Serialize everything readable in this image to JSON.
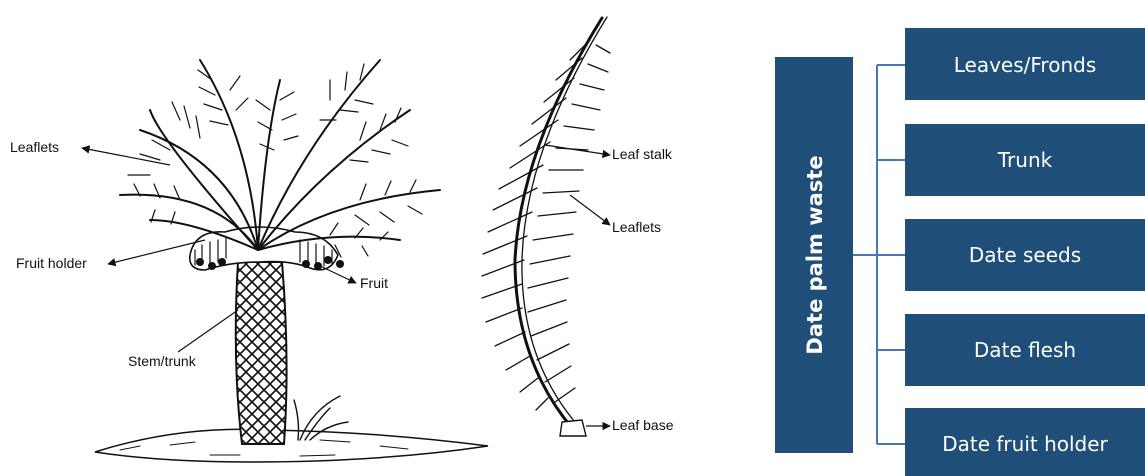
{
  "illustration": {
    "tree_labels": {
      "leaflets": "Leaflets",
      "fruit_holder": "Fruit holder",
      "fruit": "Fruit",
      "stem_trunk": "Stem/trunk"
    },
    "leaf_labels": {
      "leaf_stalk": "Leaf stalk",
      "leaflets": "Leaflets",
      "leaf_base": "Leaf base"
    }
  },
  "hierarchy": {
    "root": "Date palm waste",
    "children": [
      "Leaves/Fronds",
      "Trunk",
      "Date seeds",
      "Date flesh",
      "Date fruit holder"
    ],
    "colors": {
      "box": "#1f4e79",
      "connector": "#4a76b8",
      "text": "#ffffff"
    }
  }
}
